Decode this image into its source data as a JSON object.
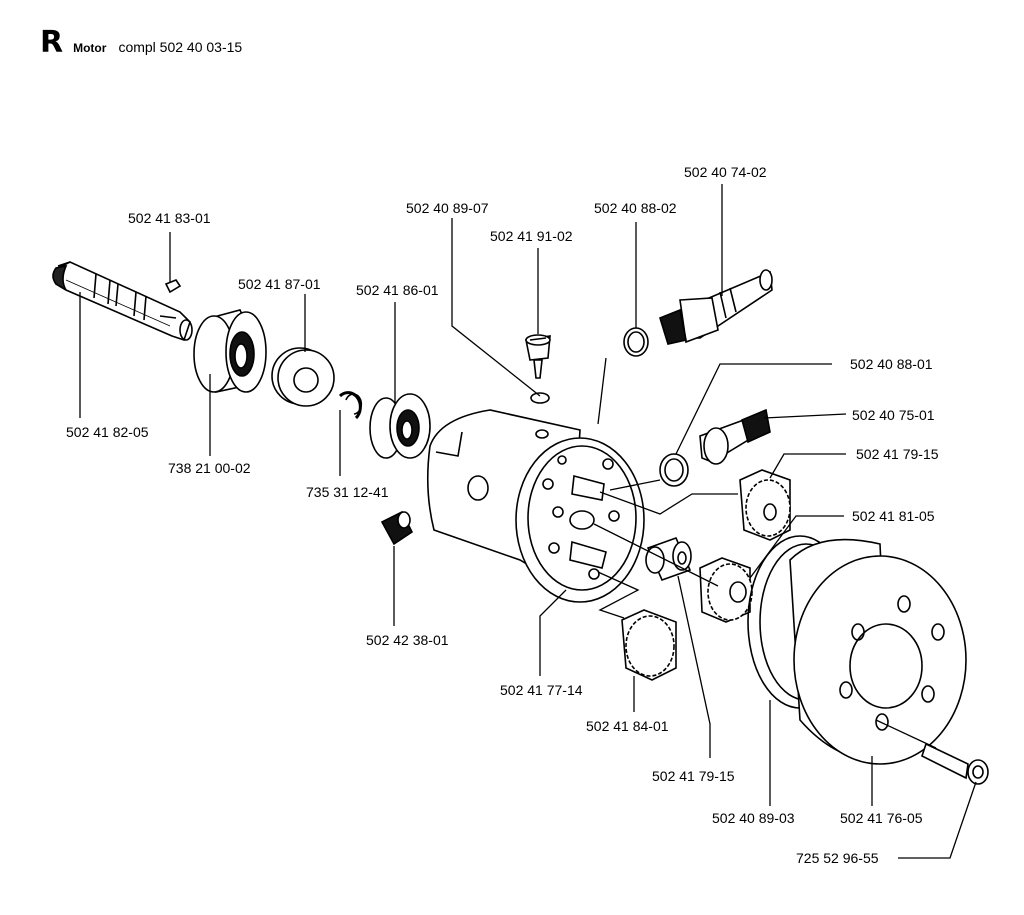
{
  "header": {
    "section_letter": "R",
    "title": "Motor",
    "subtitle": "compl 502 40 03-15"
  },
  "parts": [
    {
      "id": "shaft_key",
      "number": "502 41 83-01"
    },
    {
      "id": "shaft",
      "number": "502 41 82-05"
    },
    {
      "id": "bearing_large",
      "number": "738 21 00-02"
    },
    {
      "id": "washer",
      "number": "502 41 87-01"
    },
    {
      "id": "circlip",
      "number": "735 31 12-41"
    },
    {
      "id": "bearing_small",
      "number": "502 41 86-01"
    },
    {
      "id": "oring_small",
      "number": "502 40 89-07"
    },
    {
      "id": "plug_screw",
      "number": "502 41 91-02"
    },
    {
      "id": "oring_top",
      "number": "502 40 88-02"
    },
    {
      "id": "nipple_long",
      "number": "502 40 74-02"
    },
    {
      "id": "oring_right",
      "number": "502 40 88-01"
    },
    {
      "id": "nipple_short",
      "number": "502 40 75-01"
    },
    {
      "id": "gear_upper_right",
      "number": "502 41 79-15"
    },
    {
      "id": "gear_middle",
      "number": "502 41 81-05"
    },
    {
      "id": "set_screw",
      "number": "502 42 38-01"
    },
    {
      "id": "housing",
      "number": "502 41 77-14"
    },
    {
      "id": "gear_lower",
      "number": "502 41 84-01"
    },
    {
      "id": "bushing",
      "number": "502 41 79-15"
    },
    {
      "id": "gasket",
      "number": "502 40 89-03"
    },
    {
      "id": "cover",
      "number": "502 41 76-05"
    },
    {
      "id": "bolt",
      "number": "725 52 96-55"
    }
  ]
}
